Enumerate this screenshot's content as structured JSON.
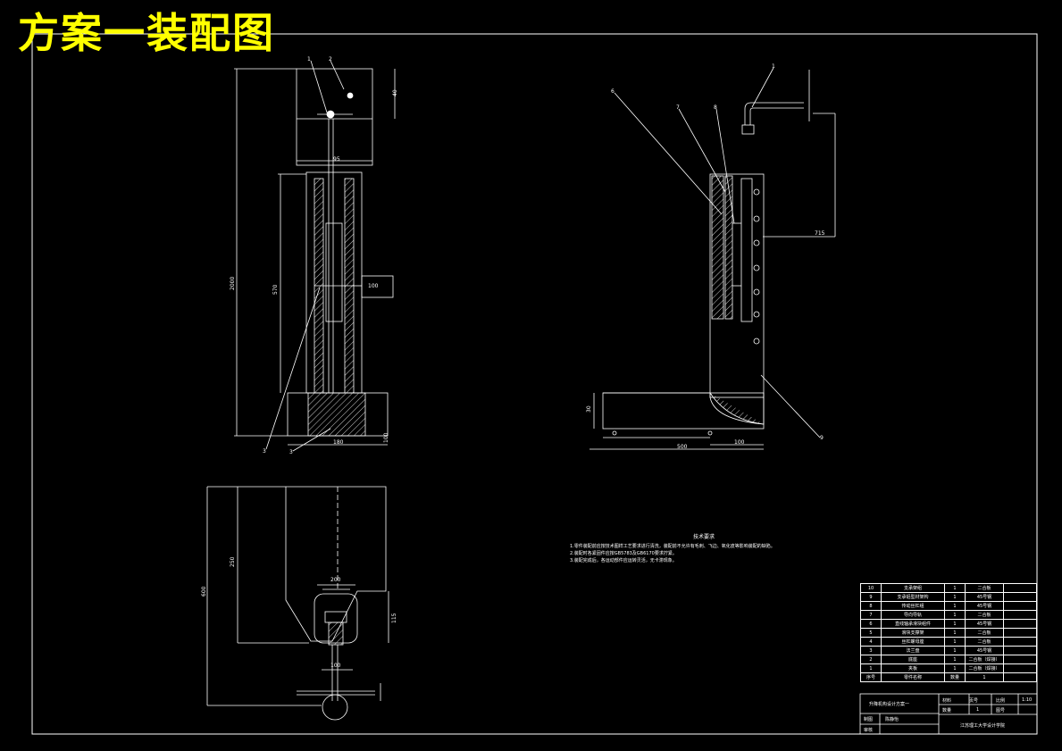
{
  "title": "方案一装配图",
  "colors": {
    "background": "#000000",
    "lines": "#ffffff",
    "title": "#ffff00"
  },
  "front_view": {
    "callouts": [
      "1",
      "2",
      "3",
      "3"
    ],
    "dimensions": [
      "40",
      "95",
      "570",
      "2000",
      "100",
      "180",
      "100"
    ]
  },
  "side_view": {
    "callouts": [
      "6",
      "7",
      "8",
      "1",
      "9"
    ],
    "dimensions": [
      "715",
      "30",
      "100",
      "500"
    ]
  },
  "top_view": {
    "dimensions": [
      "600",
      "250",
      "200",
      "115",
      "100"
    ]
  },
  "technical_notes": {
    "title": "技术要求",
    "lines": [
      "1.零件装配前应按技术图样工艺要求进行清洗，装配前不允许有毛刺、飞边、氧化皮等影响装配的缺陷。",
      "2.装配时各紧固件应按GB5783及GB6170要求拧紧。",
      "3.装配完成后，各运动部件应运转灵活，无卡滞现象。"
    ]
  },
  "bom": {
    "rows": [
      {
        "no": "10",
        "name": "支承架组",
        "qty": "1",
        "material": "二合板"
      },
      {
        "no": "9",
        "name": "支承铝型材架构",
        "qty": "1",
        "material": "45号钢"
      },
      {
        "no": "8",
        "name": "传动丝杠组",
        "qty": "1",
        "material": "45号钢"
      },
      {
        "no": "7",
        "name": "导向导轨",
        "qty": "1",
        "material": "二合板"
      },
      {
        "no": "6",
        "name": "直线轴承滑块组件",
        "qty": "1",
        "material": "45号钢"
      },
      {
        "no": "5",
        "name": "滑块支撑架",
        "qty": "1",
        "material": "二合板"
      },
      {
        "no": "4",
        "name": "丝杠螺母座",
        "qty": "1",
        "material": "二合板"
      },
      {
        "no": "3",
        "name": "法兰盘",
        "qty": "1",
        "material": "45号钢"
      },
      {
        "no": "2",
        "name": "底座",
        "qty": "1",
        "material": "二合板（焊接）"
      },
      {
        "no": "1",
        "name": "夹板",
        "qty": "1",
        "material": "二合板（焊接）"
      }
    ],
    "header": {
      "no": "序号",
      "name": "零件名称",
      "qty": "数量",
      "material": "1"
    }
  },
  "title_block": {
    "drawing_name": "升降机构设计方案一",
    "scale_label": "比例",
    "scale_value": "1:10",
    "sheet_label": "图号",
    "count_label": "数量",
    "count_value": "1",
    "page_label": "页号",
    "designer_label": "制图",
    "designer_value": "陈静怡",
    "checker_label": "审核",
    "material_label": "材料",
    "school": "江苏理工大学设计学院"
  }
}
